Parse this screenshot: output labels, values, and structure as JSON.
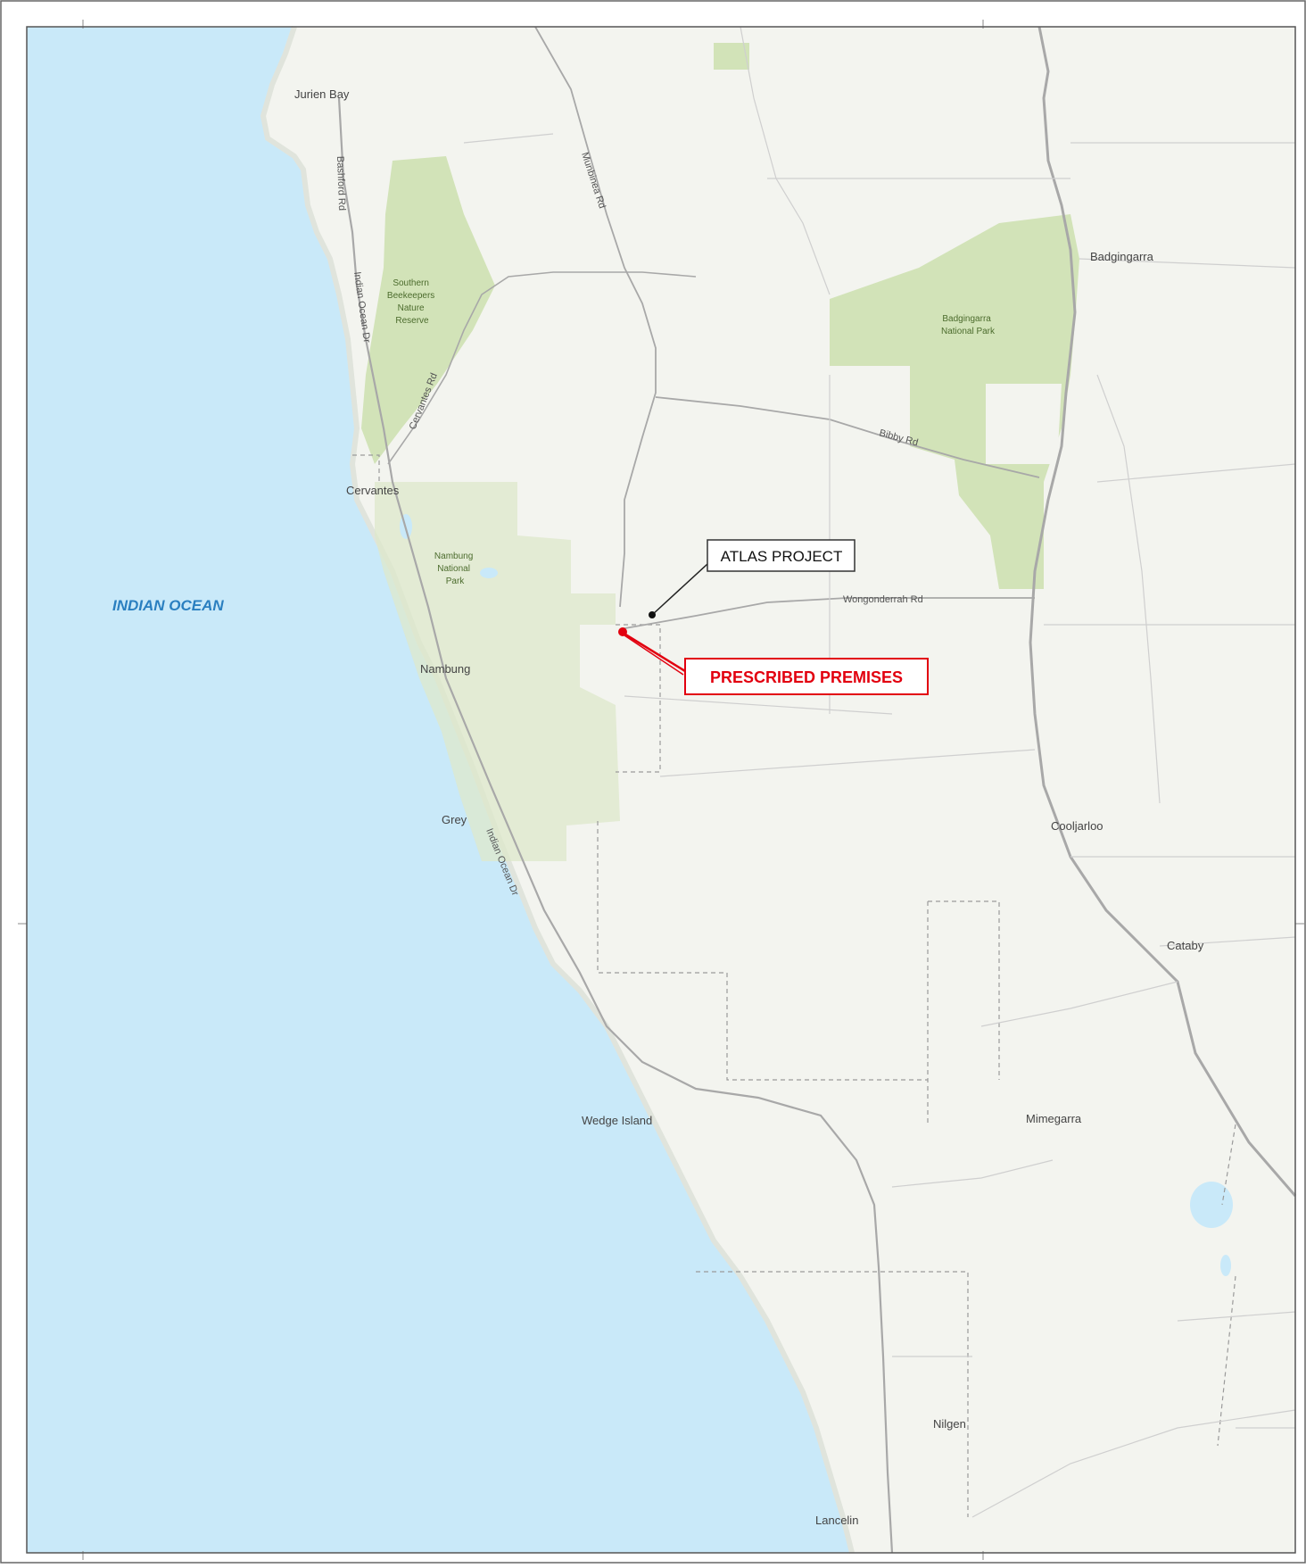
{
  "map": {
    "colors": {
      "ocean": "#c9e9f9",
      "land": "#f3f4ef",
      "park": "#d2e3b8",
      "road": "#a8a8a8",
      "atlas_box": "#333333",
      "prescribed": "#e2000f"
    },
    "ocean_label": "INDIAN OCEAN",
    "callouts": {
      "atlas_project": "ATLAS PROJECT",
      "prescribed_premises": "PRESCRIBED PREMISES"
    },
    "places": {
      "jurien_bay": "Jurien Bay",
      "badgingarra": "Badgingarra",
      "cervantes": "Cervantes",
      "nambung": "Nambung",
      "grey": "Grey",
      "cooljarloo": "Cooljarloo",
      "cataby": "Cataby",
      "wedge_island": "Wedge Island",
      "mimegarra": "Mimegarra",
      "nilgen": "Nilgen",
      "lancelin": "Lancelin"
    },
    "parks": {
      "southern_beekeepers": [
        "Southern",
        "Beekeepers",
        "Nature",
        "Reserve"
      ],
      "badgingarra_np": [
        "Badgingarra",
        "National Park"
      ],
      "nambung_np": [
        "Nambung",
        "National",
        "Park"
      ]
    },
    "roads": {
      "munbinea": "Munbinea Rd",
      "bibby": "Bibby Rd",
      "wongonderrah": "Wongonderrah Rd",
      "indian_ocean_dr_north": "Indian Ocean Dr",
      "indian_ocean_dr_south": "Indian Ocean Dr",
      "cervantes_rd": "Cervantes Rd",
      "bashford": "Bashford Rd"
    }
  }
}
